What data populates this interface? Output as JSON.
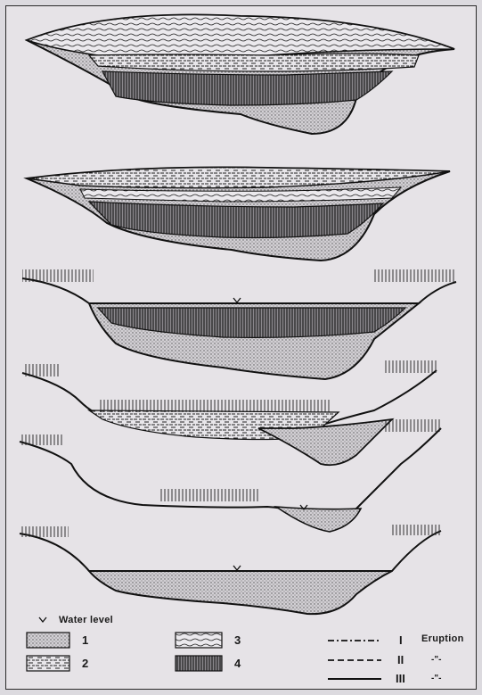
{
  "legend": {
    "water_level": "Water level",
    "items": [
      "1",
      "2",
      "3",
      "4"
    ],
    "phases": [
      "I",
      "II",
      "III"
    ],
    "eruption_label": "Eruption",
    "ditto": [
      "-\"-",
      "-\"-"
    ]
  },
  "colors": {
    "paper": "#e6e3e7",
    "ink": "#1a1a1a",
    "fill_1": "#c9c6cb",
    "fill_4": "#7a777c"
  }
}
